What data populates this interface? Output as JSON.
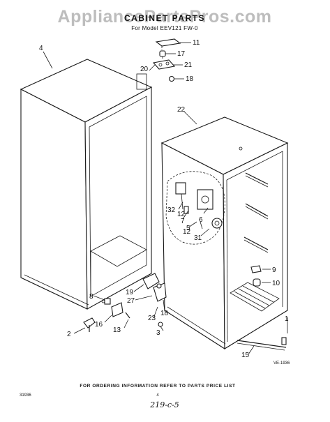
{
  "watermark": "AppliancePartsPros.com",
  "title": "CABINET PARTS",
  "subtitle": "For Model EEV121 FW-0",
  "footer": "FOR ORDERING INFORMATION REFER TO PARTS PRICE LIST",
  "page_number": "4",
  "doc_code": "31936",
  "diagram_code": "VE-1936",
  "handwritten": "219-c-5",
  "callouts": {
    "c4": "4",
    "c11": "11",
    "c17": "17",
    "c21": "21",
    "c20": "20",
    "c18a": "18",
    "c22": "22",
    "c32": "32",
    "c12a": "12",
    "c7": "7",
    "c5": "5",
    "c6": "6",
    "c12b": "12",
    "c31": "31",
    "c9": "9",
    "c10": "10",
    "c19": "19",
    "c27": "27",
    "c8": "8",
    "c23": "23",
    "c18b": "18",
    "c2": "2",
    "c16": "16",
    "c13": "13",
    "c3": "3",
    "c1": "1",
    "c15": "15"
  }
}
